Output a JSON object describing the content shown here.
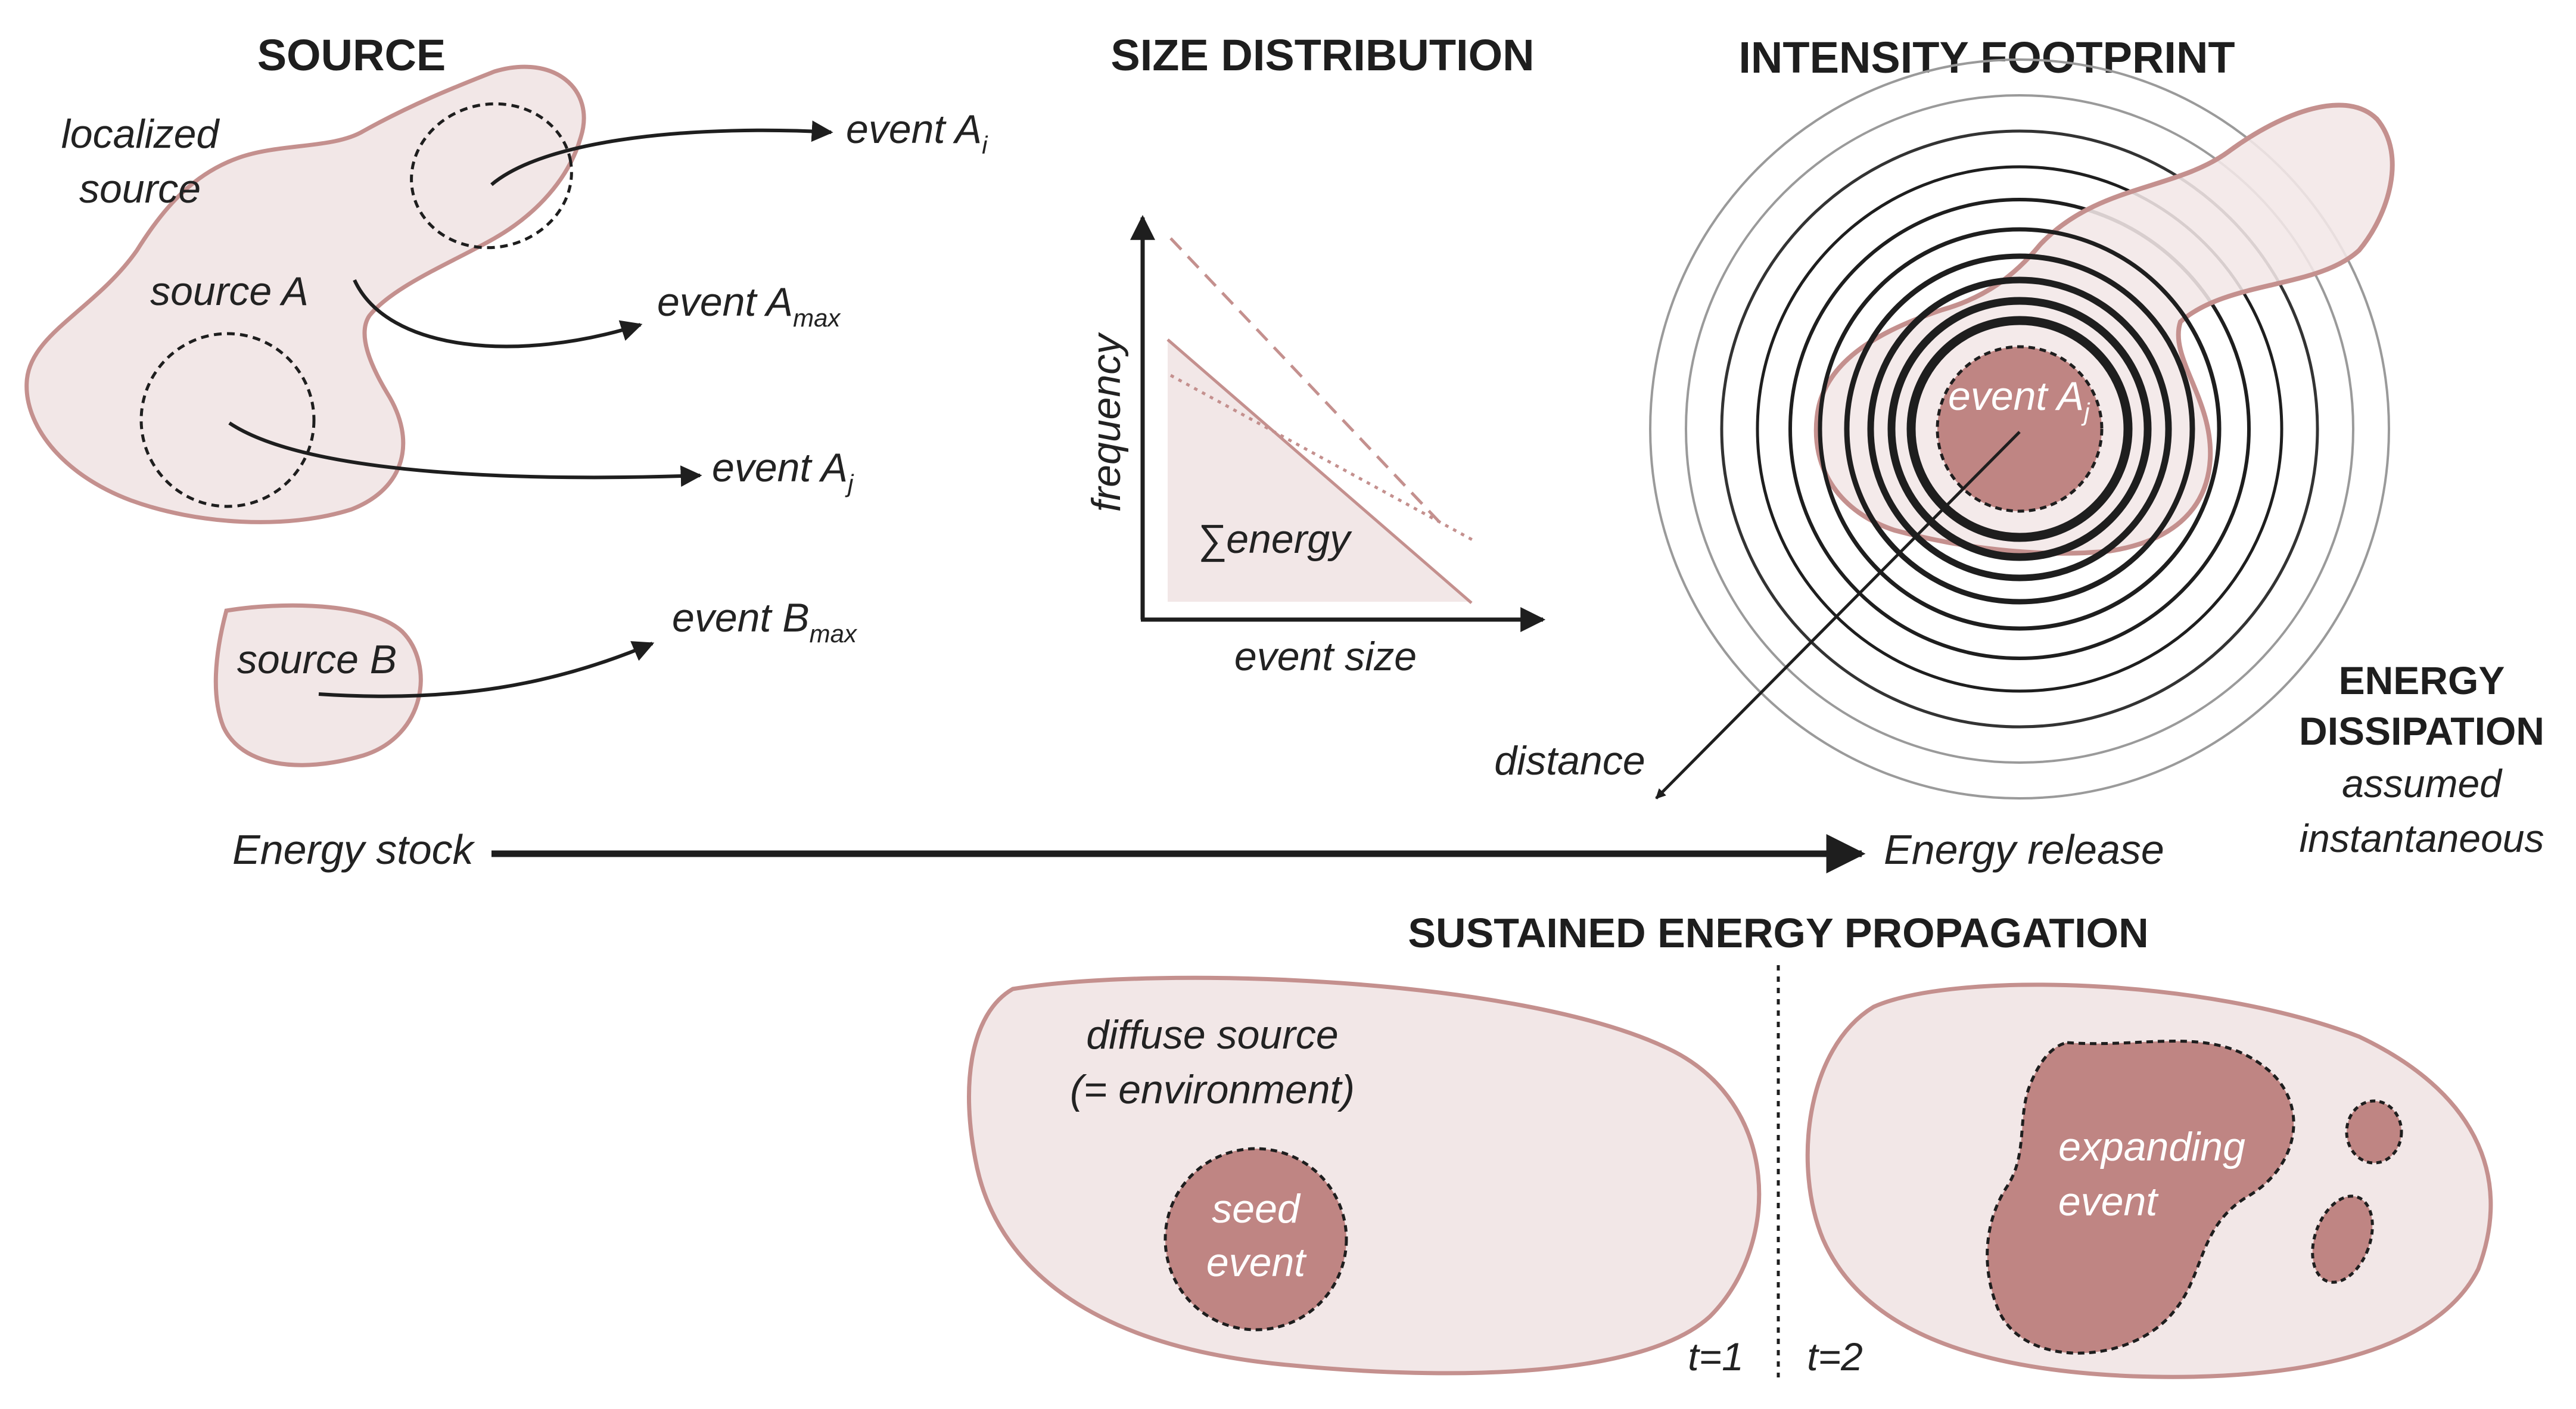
{
  "colors": {
    "fill_light": "#f2e7e7",
    "stroke_rose": "#c4908e",
    "fill_dark": "#bf8583",
    "ink": "#1e1e1e",
    "light_line": "#aaaaaa"
  },
  "headers": {
    "source": "SOURCE",
    "size_distribution": "SIZE DISTRIBUTION",
    "intensity_footprint": "INTENSITY FOOTPRINT",
    "energy_dissipation_1": "ENERGY",
    "energy_dissipation_2": "DISSIPATION",
    "sustained_propagation": "SUSTAINED ENERGY PROPAGATION"
  },
  "source_panel": {
    "localized_source_1": "localized",
    "localized_source_2": "source",
    "source_a": "source A",
    "source_b": "source B",
    "events": [
      {
        "base": "event A",
        "sub": "i"
      },
      {
        "base": "event A",
        "sub": "max"
      },
      {
        "base": "event A",
        "sub": "j"
      },
      {
        "base": "event B",
        "sub": "max"
      }
    ]
  },
  "size_panel": {
    "ylabel": "frequency",
    "xlabel": "event size",
    "area_label": "∑energy"
  },
  "intensity_panel": {
    "event_base": "event A",
    "event_sub": "j",
    "distance": "distance"
  },
  "dissipation": {
    "note_1": "assumed",
    "note_2": "instantaneous"
  },
  "flow": {
    "start": "Energy stock",
    "end": "Energy release"
  },
  "propagation": {
    "diffuse_1": "diffuse source",
    "diffuse_2": "(= environment)",
    "seed_1": "seed",
    "seed_2": "event",
    "expanding_1": "expanding",
    "expanding_2": "event",
    "t1": "t=1",
    "t2": "t=2"
  }
}
